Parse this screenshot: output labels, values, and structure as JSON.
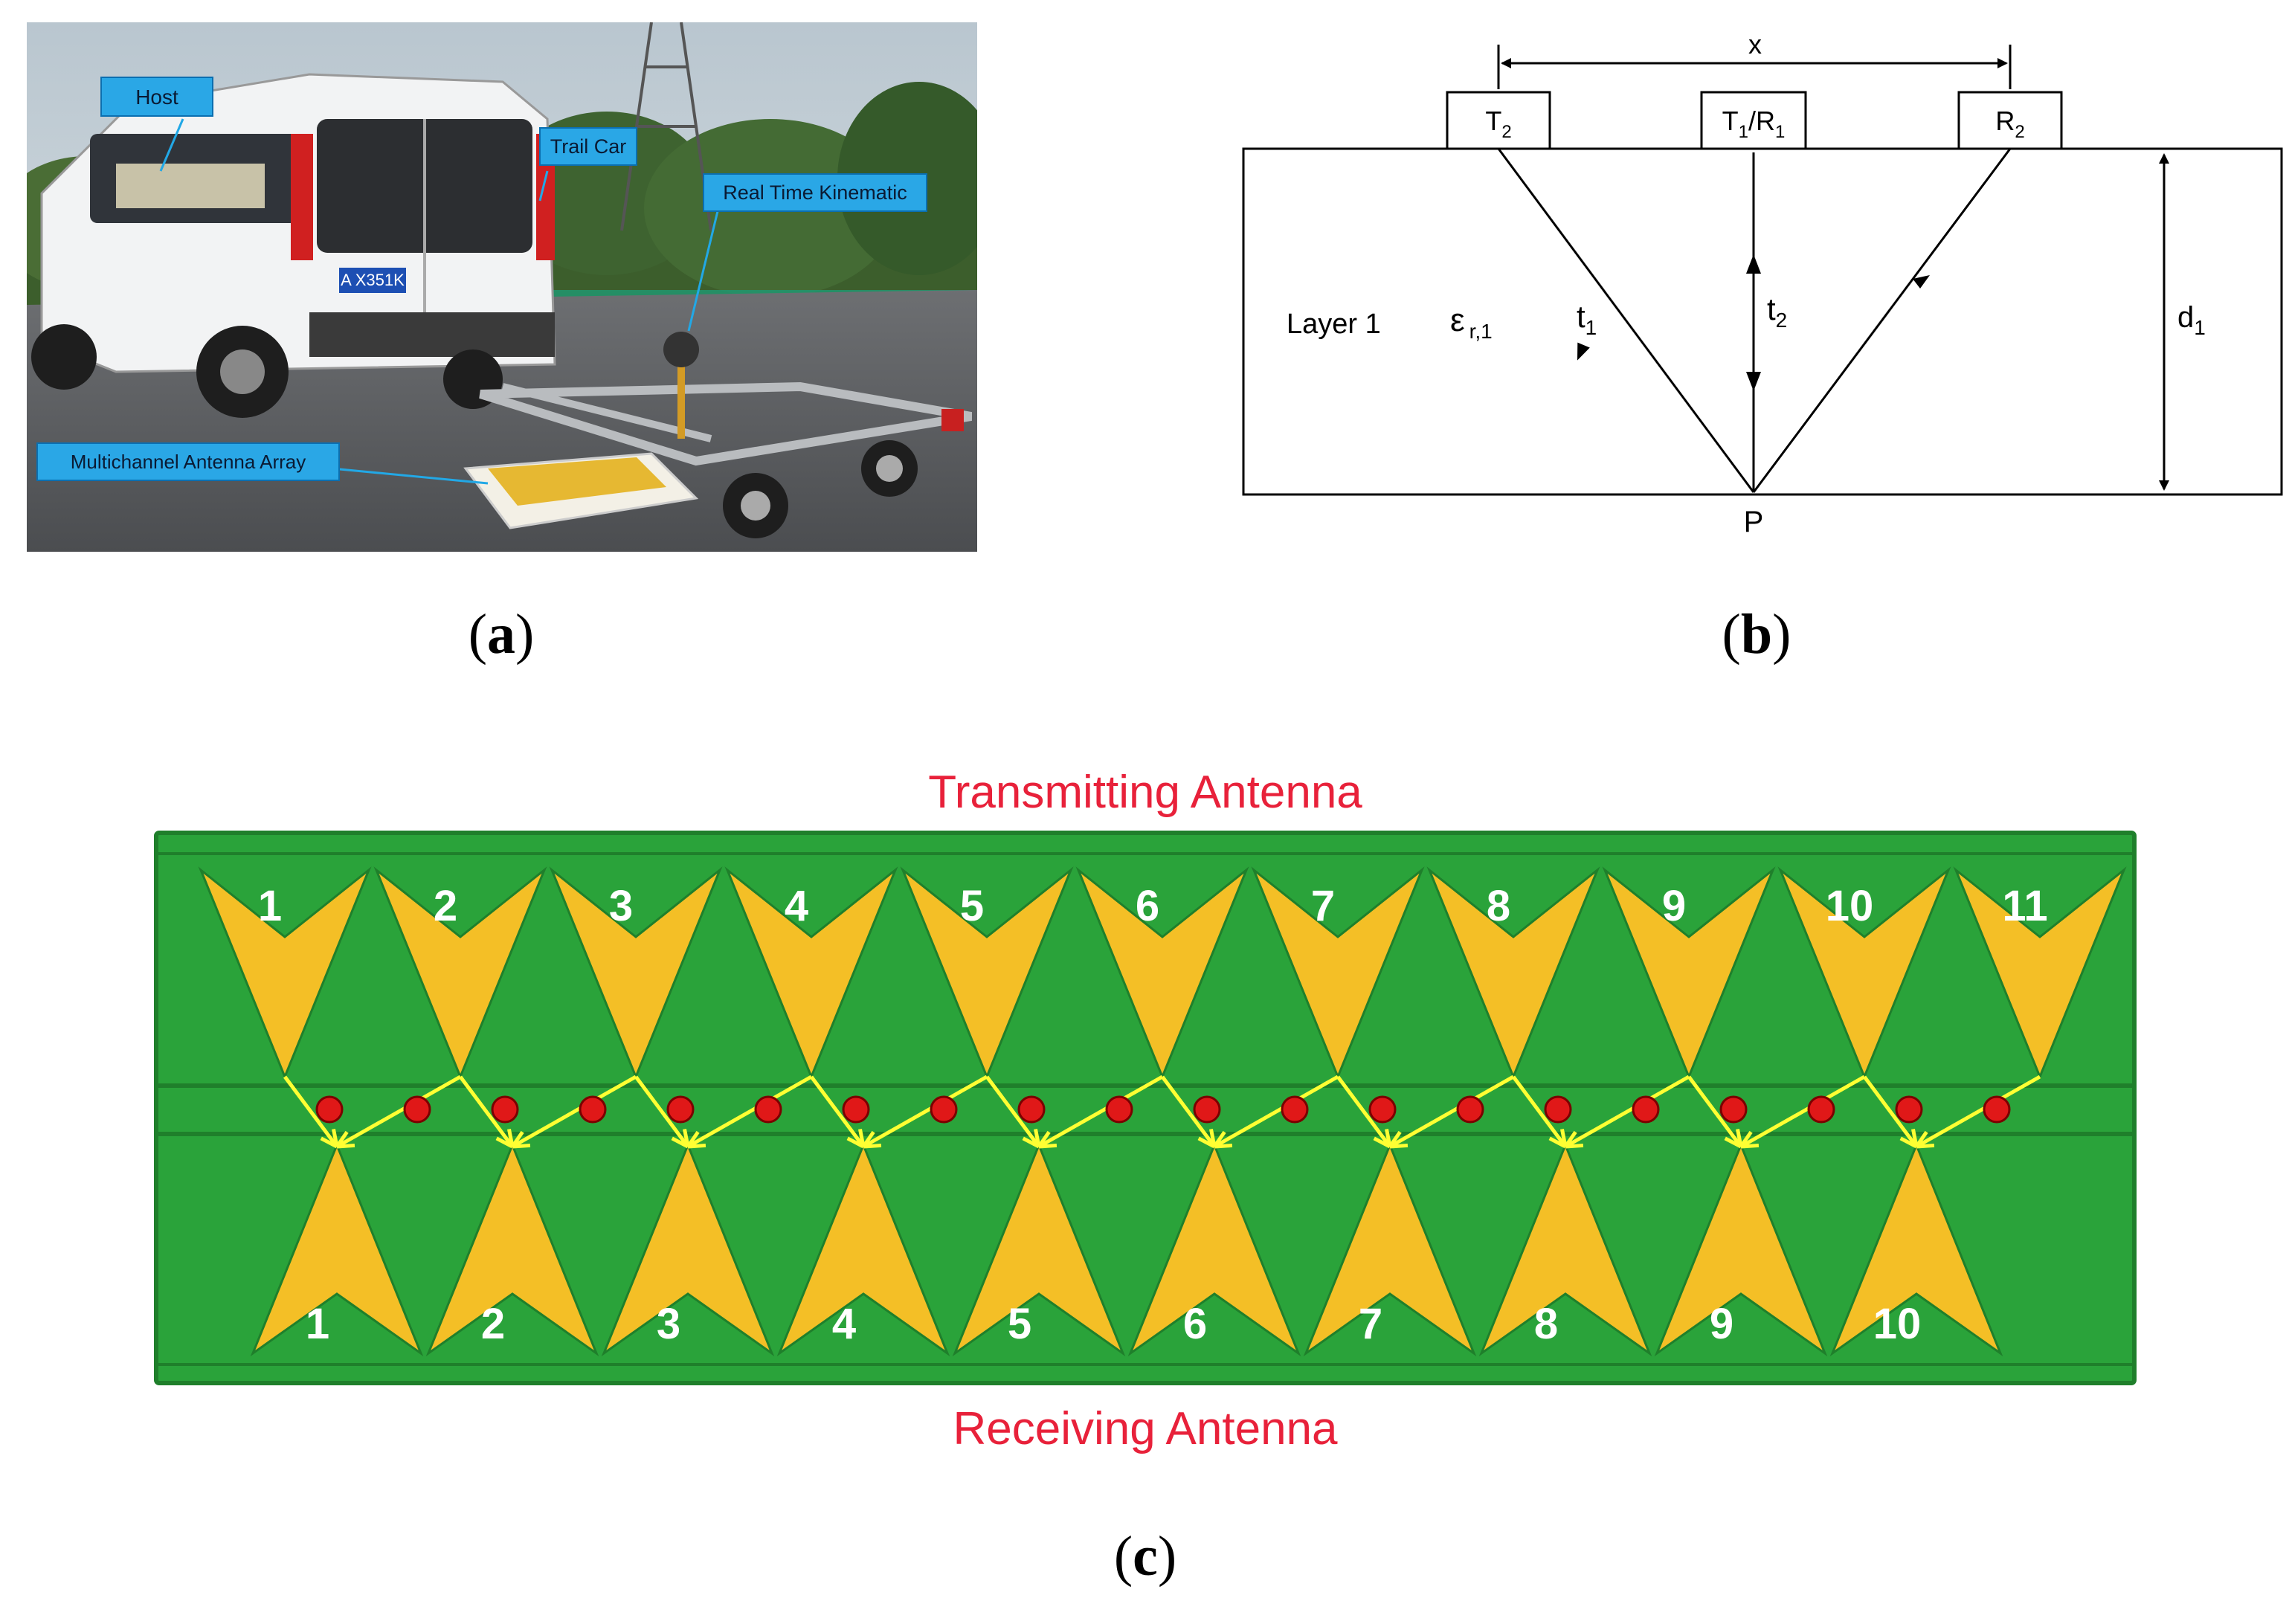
{
  "panel_a": {
    "label": "a",
    "callouts": [
      "Host",
      "Trail Car",
      "Real Time Kinematic",
      "Multichannel Antenna Array"
    ],
    "plate_text": "A X351K"
  },
  "panel_b": {
    "label": "b",
    "x_label": "x",
    "boxes": [
      "T",
      "T",
      "R"
    ],
    "box_subs": [
      "2",
      "1",
      "2"
    ],
    "box_mid_sep": "/",
    "box_mid_r": "R",
    "box_mid_r_sub": "1",
    "layer_label": "Layer 1",
    "eps_symbol": "ε",
    "eps_sub": "r,1",
    "t1": "t",
    "t1_sub": "1",
    "t2": "t",
    "t2_sub": "2",
    "d1": "d",
    "d1_sub": "1",
    "point": "P"
  },
  "panel_c": {
    "label": "c",
    "top_caption": "Transmitting Antenna",
    "bottom_caption": "Receiving Antenna",
    "tx_numbers": [
      "1",
      "2",
      "3",
      "4",
      "5",
      "6",
      "7",
      "8",
      "9",
      "10",
      "11"
    ],
    "rx_numbers": [
      "1",
      "2",
      "3",
      "4",
      "5",
      "6",
      "7",
      "8",
      "9",
      "10"
    ],
    "colors": {
      "board": "#2aa33a",
      "board_dark": "#1f7f2b",
      "element": "#f4bf26",
      "point": "#e01818",
      "arrow": "#ffff33",
      "caption": "#e8213a"
    }
  }
}
